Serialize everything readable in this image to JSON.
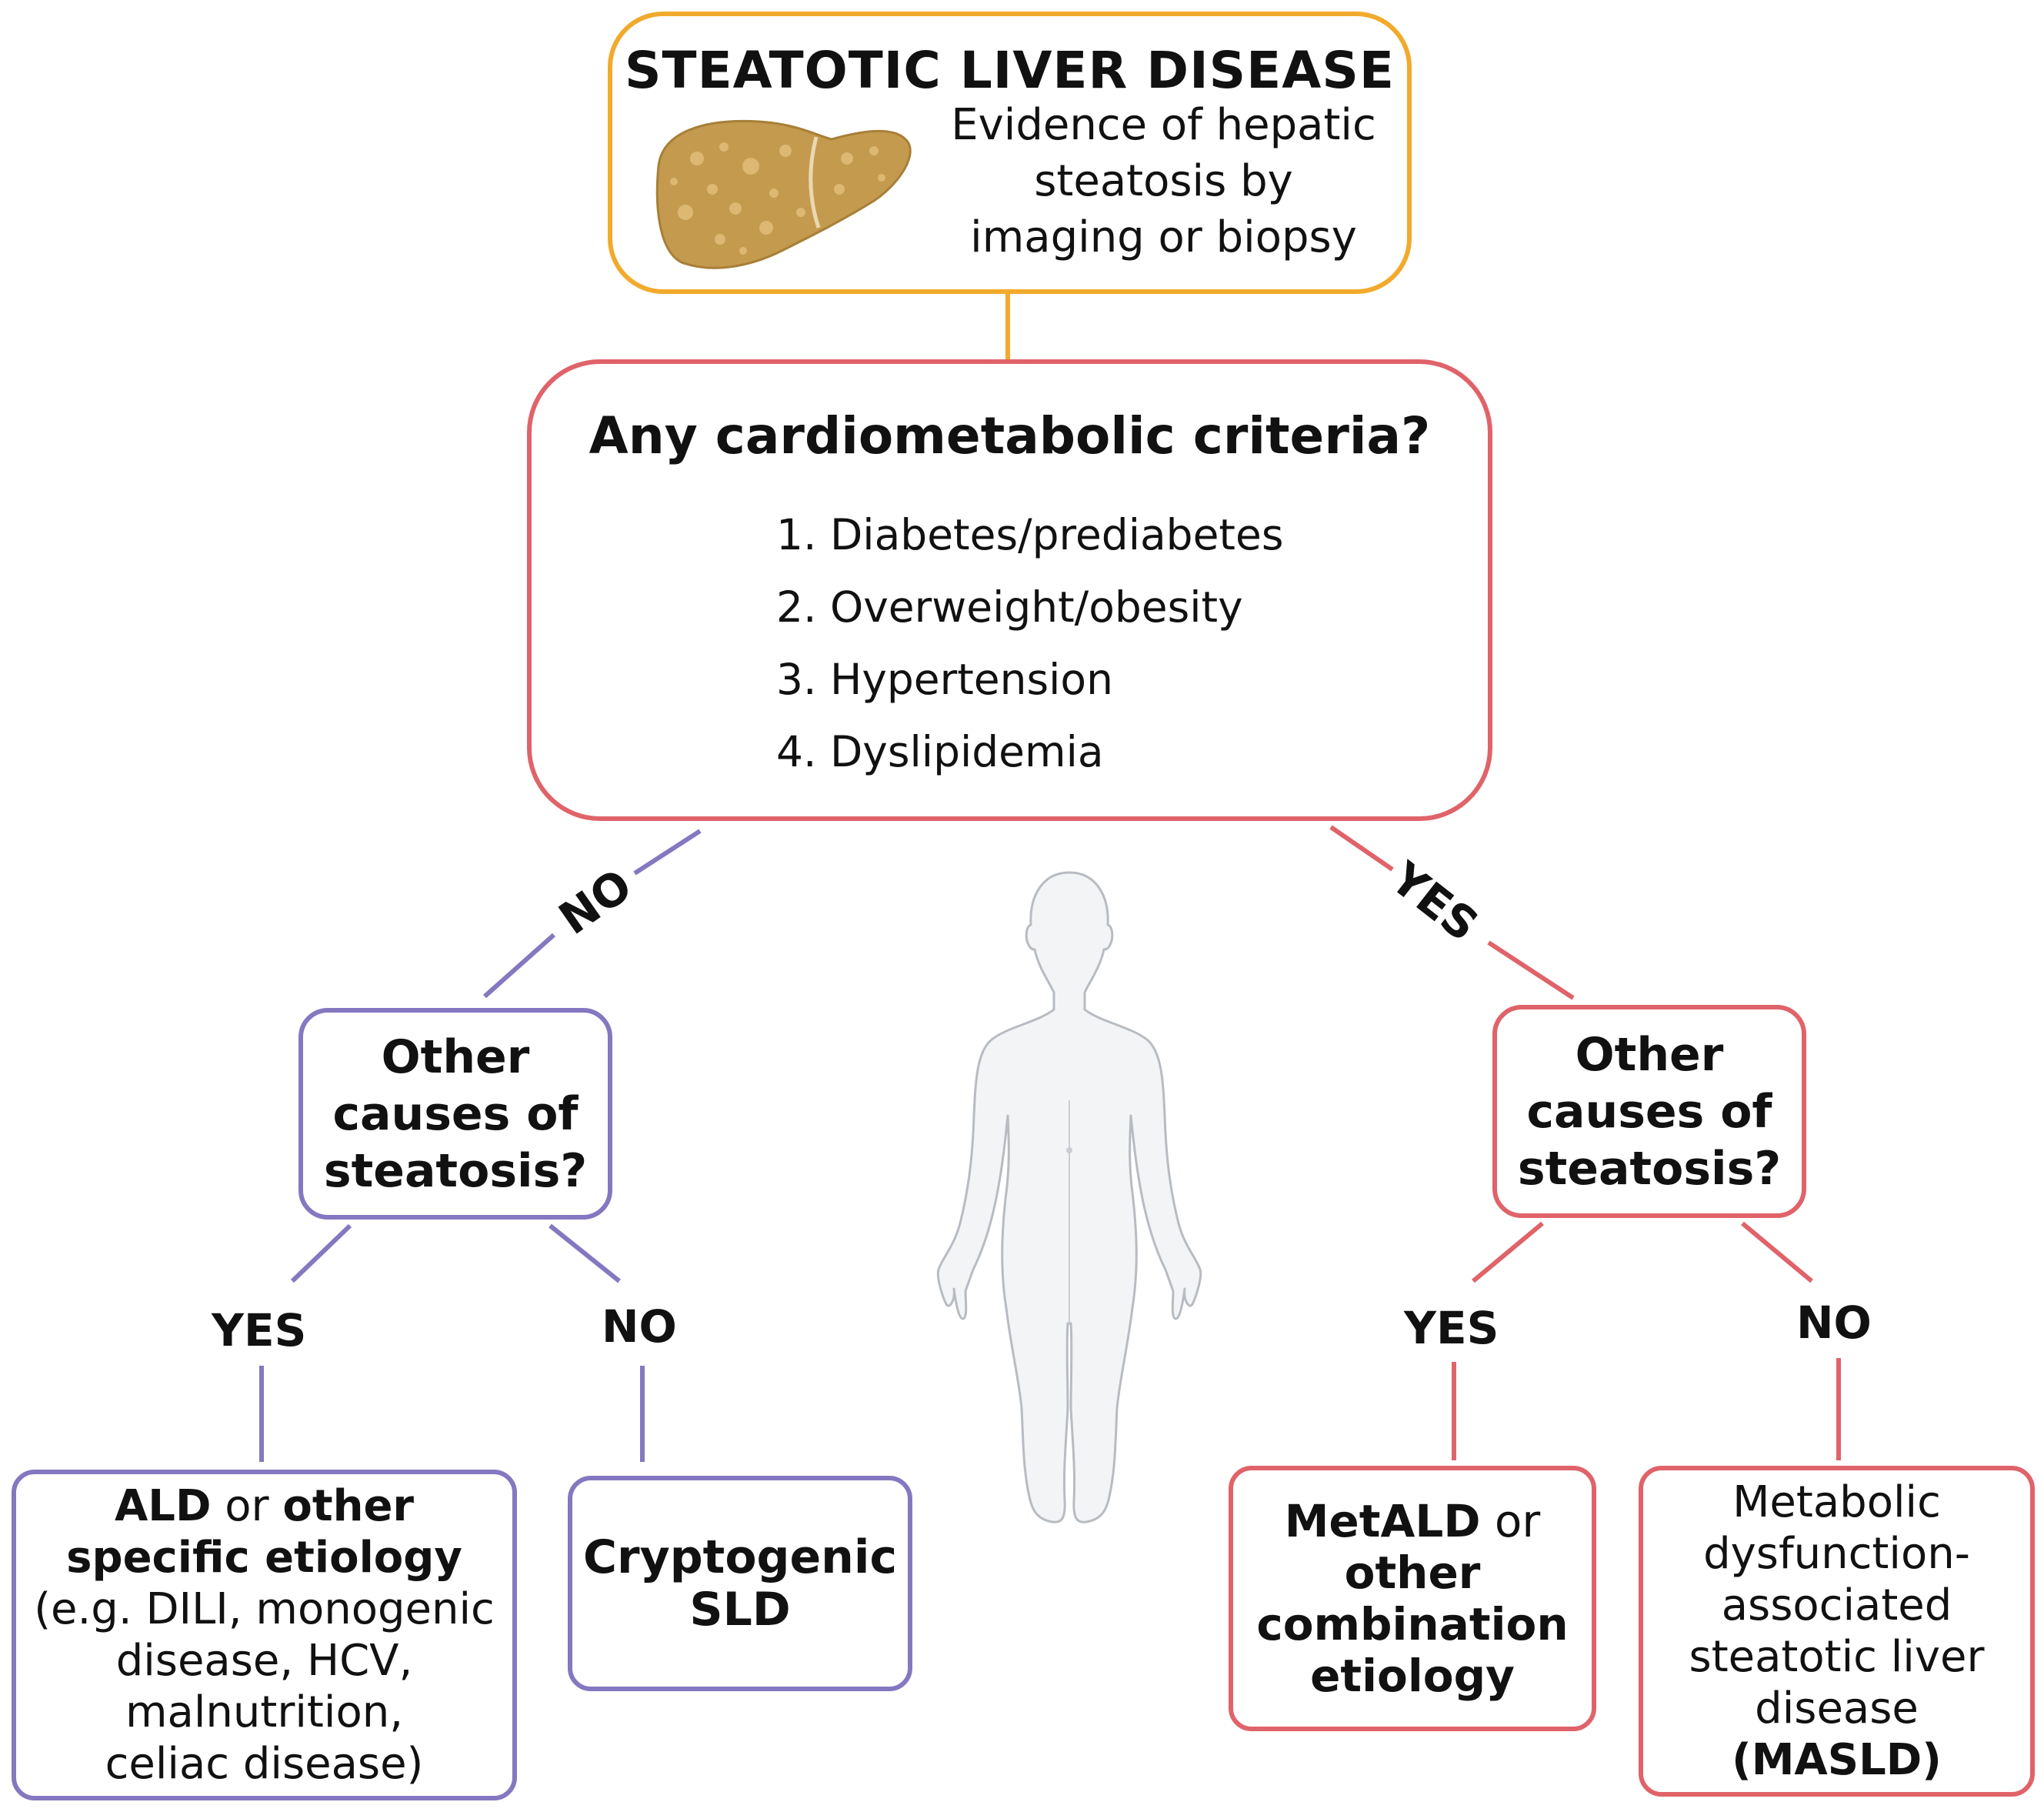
{
  "top": {
    "title": "STEATOTIC LIVER DISEASE",
    "lines": [
      "Evidence of hepatic",
      "steatosis by",
      "imaging or biopsy"
    ]
  },
  "criteria": {
    "question": "Any cardiometabolic criteria?",
    "items": [
      "1. Diabetes/prediabetes",
      "2. Overweight/obesity",
      "3. Hypertension",
      "4. Dyslipidemia"
    ]
  },
  "branch_labels": {
    "left": "NO",
    "right": "YES"
  },
  "left_question": [
    "Other",
    "causes of",
    "steatosis?"
  ],
  "right_question": [
    "Other",
    "causes of",
    "steatosis?"
  ],
  "left_labels": {
    "yes": "YES",
    "no": "NO"
  },
  "right_labels": {
    "yes": "YES",
    "no": "NO"
  },
  "outcomes": {
    "ald": {
      "bold1": "ALD",
      "or": " or ",
      "bold2": "other",
      "bold3": "specific etiology",
      "lines": [
        "(e.g. DILI, monogenic",
        "disease, HCV,",
        "malnutrition,",
        "celiac disease)"
      ]
    },
    "cryptogenic": [
      "Cryptogenic",
      "SLD"
    ],
    "metald": {
      "bold1": "MetALD",
      "or": " or",
      "lines": [
        "other",
        "combination",
        "etiology"
      ]
    },
    "masld": {
      "lines": [
        "Metabolic",
        "dysfunction-",
        "associated",
        "steatotic liver",
        "disease"
      ],
      "bold": "(MASLD)"
    }
  },
  "colors": {
    "orange": "#f2aa2c",
    "red": "#e0636a",
    "purple": "#8577c0",
    "liver": "#c49a4e"
  },
  "icons": [
    "liver-icon",
    "human-figure-icon"
  ]
}
